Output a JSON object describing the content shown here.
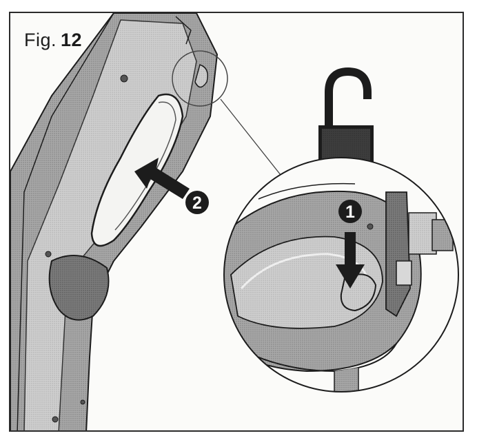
{
  "figure": {
    "label_prefix": "Fig.",
    "label_number": "12"
  },
  "callouts": {
    "step_one": "1",
    "step_two": "2"
  },
  "icons": {
    "lock": "unlocked-padlock-icon",
    "arrow_push": "push-arrow-icon",
    "arrow_press": "press-down-arrow-icon"
  },
  "colors": {
    "ink": "#1c1c1c",
    "part_gray": "#9b9b9b",
    "part_light": "#c4c4c4",
    "part_dark": "#6e6e6e",
    "paper": "#fbfbf9"
  }
}
